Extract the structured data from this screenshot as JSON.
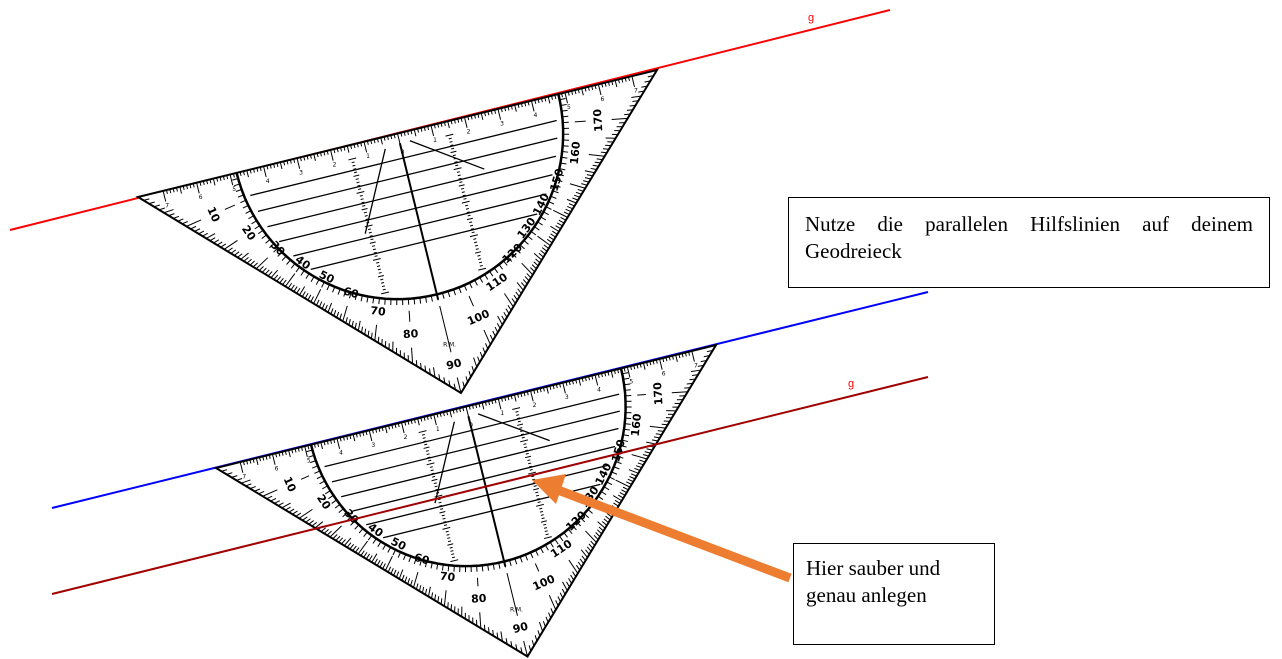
{
  "labels": {
    "line_g_top": "g",
    "line_g_bottom": "g"
  },
  "geodreieck": {
    "angle_marks": [
      "10",
      "20",
      "30",
      "40",
      "50",
      "60",
      "70",
      "80",
      "90",
      "100",
      "110",
      "120",
      "130",
      "140",
      "150",
      "160",
      "170"
    ],
    "cm_marks_left": [
      "7",
      "6",
      "5",
      "4",
      "3",
      "2",
      "1"
    ],
    "cm_marks_right": [
      "1",
      "2",
      "3",
      "4",
      "5",
      "6",
      "7"
    ],
    "center_mark": "0",
    "maker_mark": "R.M."
  },
  "notes": {
    "top": "Nutze die parallelen Hilfslinien auf deinem Geodreieck",
    "bottom": "Hier sauber und genau anlegen"
  },
  "colors": {
    "line_top": "#ff0000",
    "line_blue": "#0000ff",
    "line_darkred": "#a00000",
    "arrow": "#ed7d31",
    "label_g": "#ff0000"
  }
}
